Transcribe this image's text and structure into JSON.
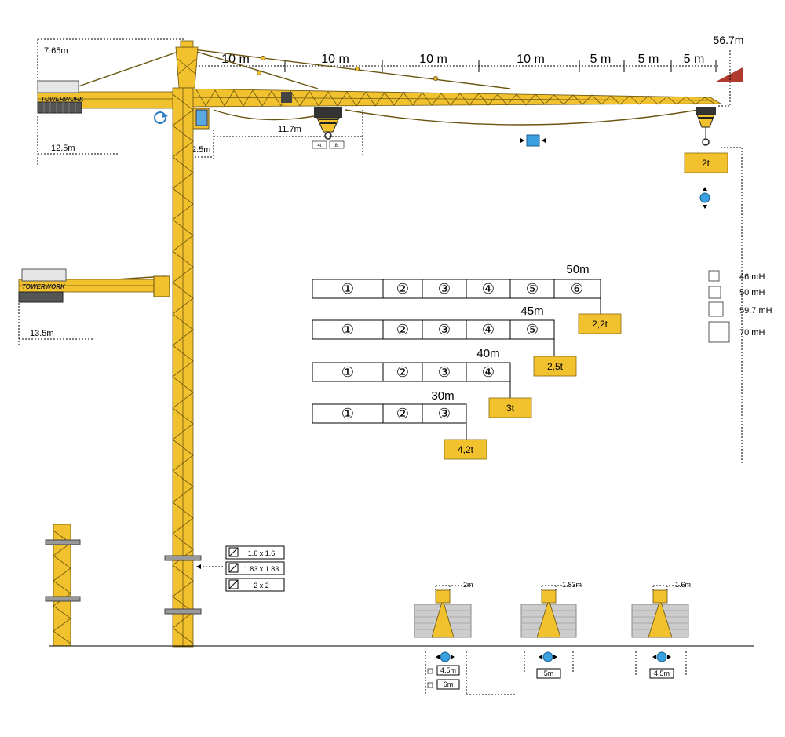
{
  "top_dimensions": {
    "height_total": "56.7m",
    "counterjib_height": "7.65m",
    "jib_sections": [
      "10 m",
      "10 m",
      "10 m",
      "10 m",
      "5 m",
      "5 m",
      "5 m"
    ],
    "hook_min_radius": "11.7m",
    "counterjib_length": "12.5m",
    "mast_offset": "2.5m",
    "trolley_labels": [
      "4t",
      "8t"
    ],
    "tip_load": "2t"
  },
  "lower_counterjib": {
    "length": "13.5m",
    "brand": "TOWERWORK"
  },
  "brand": "TOWERWORK",
  "jib_configs": [
    {
      "length": "50m",
      "sections": [
        "①",
        "②",
        "③",
        "④",
        "⑤",
        "⑥"
      ],
      "tip_load": "2,2t"
    },
    {
      "length": "45m",
      "sections": [
        "①",
        "②",
        "③",
        "④",
        "⑤"
      ],
      "tip_load": "2,5t"
    },
    {
      "length": "40m",
      "sections": [
        "①",
        "②",
        "③",
        "④"
      ],
      "tip_load": "3t"
    },
    {
      "length": "30m",
      "sections": [
        "①",
        "②",
        "③"
      ],
      "tip_load": "4,2t"
    }
  ],
  "heights": [
    "46 mH",
    "50 mH",
    "59.7 mH",
    "70 mH"
  ],
  "mast_sections": [
    "1.6 x 1.6",
    "1.83 x 1.83",
    "2 x 2"
  ],
  "bases": [
    {
      "mast": "2m",
      "widths": [
        "4.5m",
        "6m"
      ]
    },
    {
      "mast": "1.83m",
      "widths": [
        "5m"
      ]
    },
    {
      "mast": "1.6m",
      "widths": [
        "4.5m"
      ]
    }
  ],
  "colors": {
    "crane_yellow": "#f2c12e",
    "outline": "#6a5410",
    "accent_blue": "#3aa0e0"
  }
}
